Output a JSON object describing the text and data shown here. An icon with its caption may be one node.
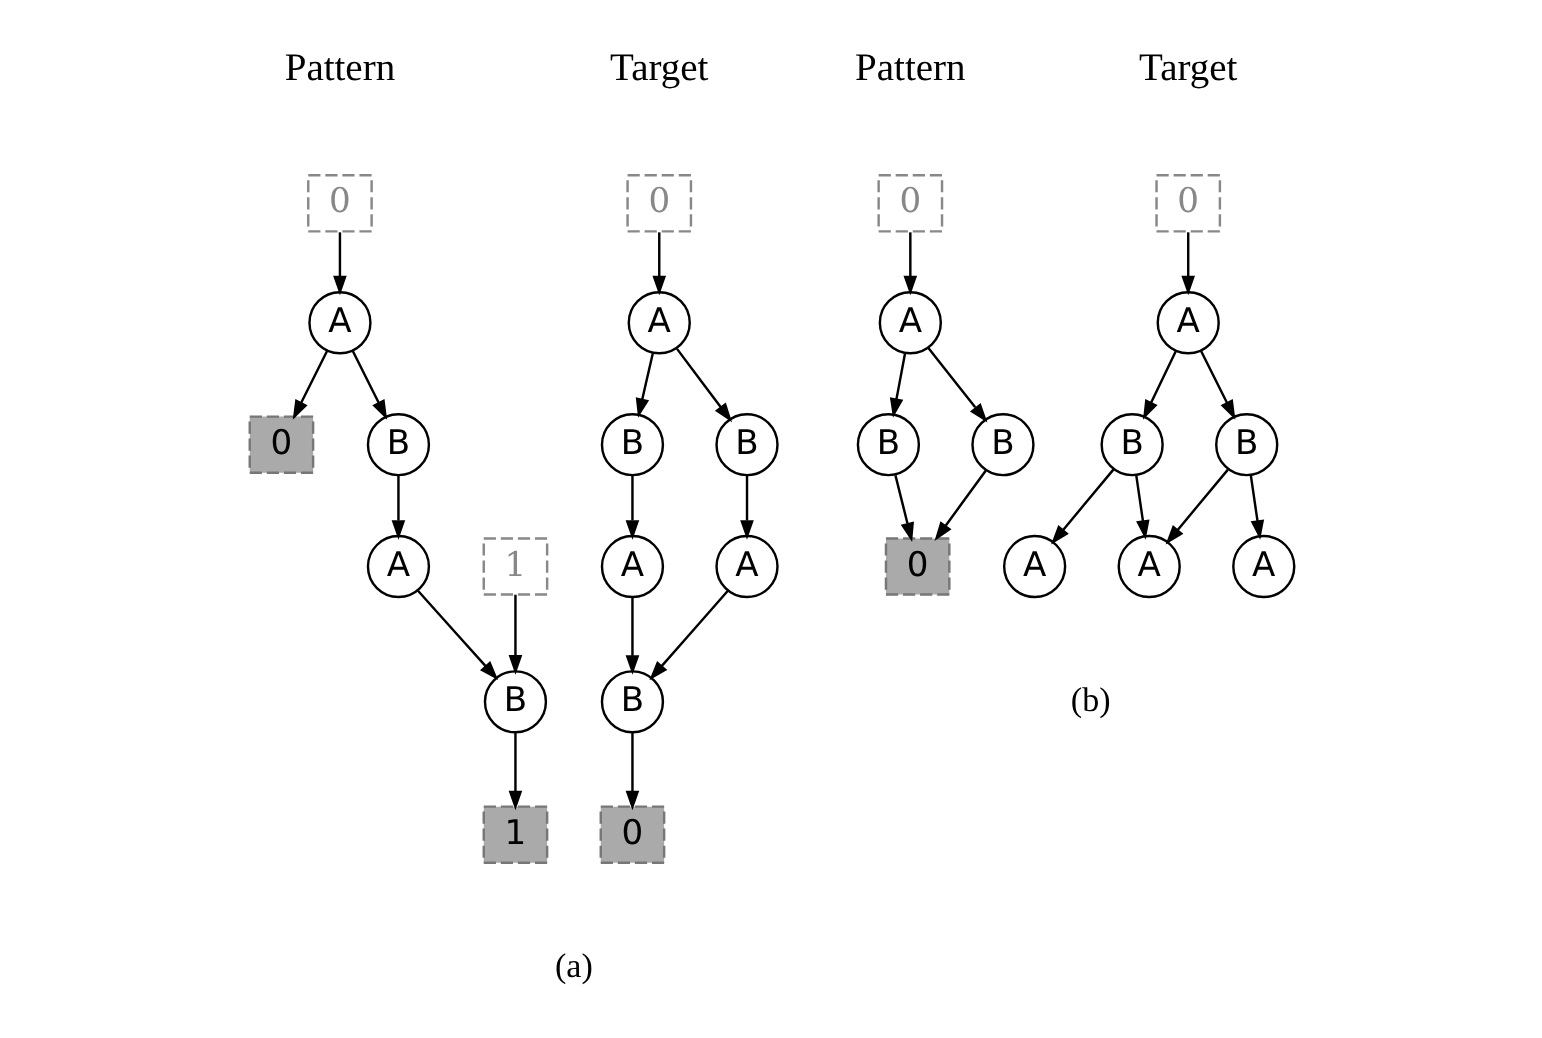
{
  "diagram": {
    "nodes": [
      {
        "text": [
          "0"
        ]
      },
      {
        "text": [
          "A"
        ]
      },
      {
        "text": [
          "B"
        ]
      },
      {
        "text": [
          "B"
        ]
      },
      {
        "text": [
          "A"
        ]
      },
      {
        "text": [
          "A"
        ]
      },
      {
        "text": [
          "B"
        ]
      },
      {
        "text": [
          "0"
        ]
      },
      {
        "text": [
          "0"
        ]
      },
      {
        "text": [
          "A"
        ]
      },
      {
        "text": [
          "0"
        ]
      },
      {
        "text": [
          "B"
        ]
      },
      {
        "text": [
          "A"
        ]
      },
      {
        "text": [
          "1"
        ]
      },
      {
        "text": [
          "B"
        ]
      },
      {
        "text": [
          "1"
        ]
      },
      {
        "text": [
          "0"
        ]
      },
      {
        "text": [
          "A"
        ]
      },
      {
        "text": [
          "B"
        ]
      },
      {
        "text": [
          "B"
        ]
      },
      {
        "text": [
          "A"
        ]
      },
      {
        "text": [
          "A"
        ]
      },
      {
        "text": [
          "A"
        ]
      },
      {
        "text": [
          "0"
        ]
      },
      {
        "text": [
          "A"
        ]
      },
      {
        "text": [
          "B"
        ]
      },
      {
        "text": [
          "B"
        ]
      },
      {
        "text": [
          "0"
        ]
      }
    ],
    "edges": [
      {
        "from": 0,
        "to": 1,
        "arrow": "to"
      },
      {
        "from": 1,
        "to": 2,
        "arrow": "to"
      },
      {
        "from": 1,
        "to": 3,
        "arrow": "to"
      },
      {
        "from": 2,
        "to": 4,
        "arrow": "to"
      },
      {
        "from": 3,
        "to": 5,
        "arrow": "to"
      },
      {
        "from": 4,
        "to": 6,
        "arrow": "to"
      },
      {
        "from": 5,
        "to": 6,
        "arrow": "to"
      },
      {
        "from": 6,
        "to": 7,
        "arrow": "to"
      },
      {
        "from": 8,
        "to": 9,
        "arrow": "to"
      },
      {
        "from": 9,
        "to": 10,
        "arrow": "to"
      },
      {
        "from": 9,
        "to": 11,
        "arrow": "to"
      },
      {
        "from": 11,
        "to": 12,
        "arrow": "to"
      },
      {
        "from": 12,
        "to": 14,
        "arrow": "to"
      },
      {
        "from": 13,
        "to": 14,
        "arrow": "to"
      },
      {
        "from": 14,
        "to": 15,
        "arrow": "to"
      },
      {
        "from": 16,
        "to": 17,
        "arrow": "to"
      },
      {
        "from": 17,
        "to": 18,
        "arrow": "to"
      },
      {
        "from": 17,
        "to": 19,
        "arrow": "to"
      },
      {
        "from": 18,
        "to": 20,
        "arrow": "to"
      },
      {
        "from": 18,
        "to": 21,
        "arrow": "to"
      },
      {
        "from": 19,
        "to": 21,
        "arrow": "to"
      },
      {
        "from": 19,
        "to": 22,
        "arrow": "to"
      },
      {
        "from": 23,
        "to": 24,
        "arrow": "to"
      },
      {
        "from": 24,
        "to": 25,
        "arrow": "to"
      },
      {
        "from": 24,
        "to": 26,
        "arrow": "to"
      },
      {
        "from": 25,
        "to": 27,
        "arrow": "to"
      },
      {
        "from": 26,
        "to": 27,
        "arrow": "to"
      }
    ],
    "labels": [
      "Target",
      "Pattern",
      "Target",
      "Pattern",
      "(a)",
      "(b)"
    ]
  }
}
